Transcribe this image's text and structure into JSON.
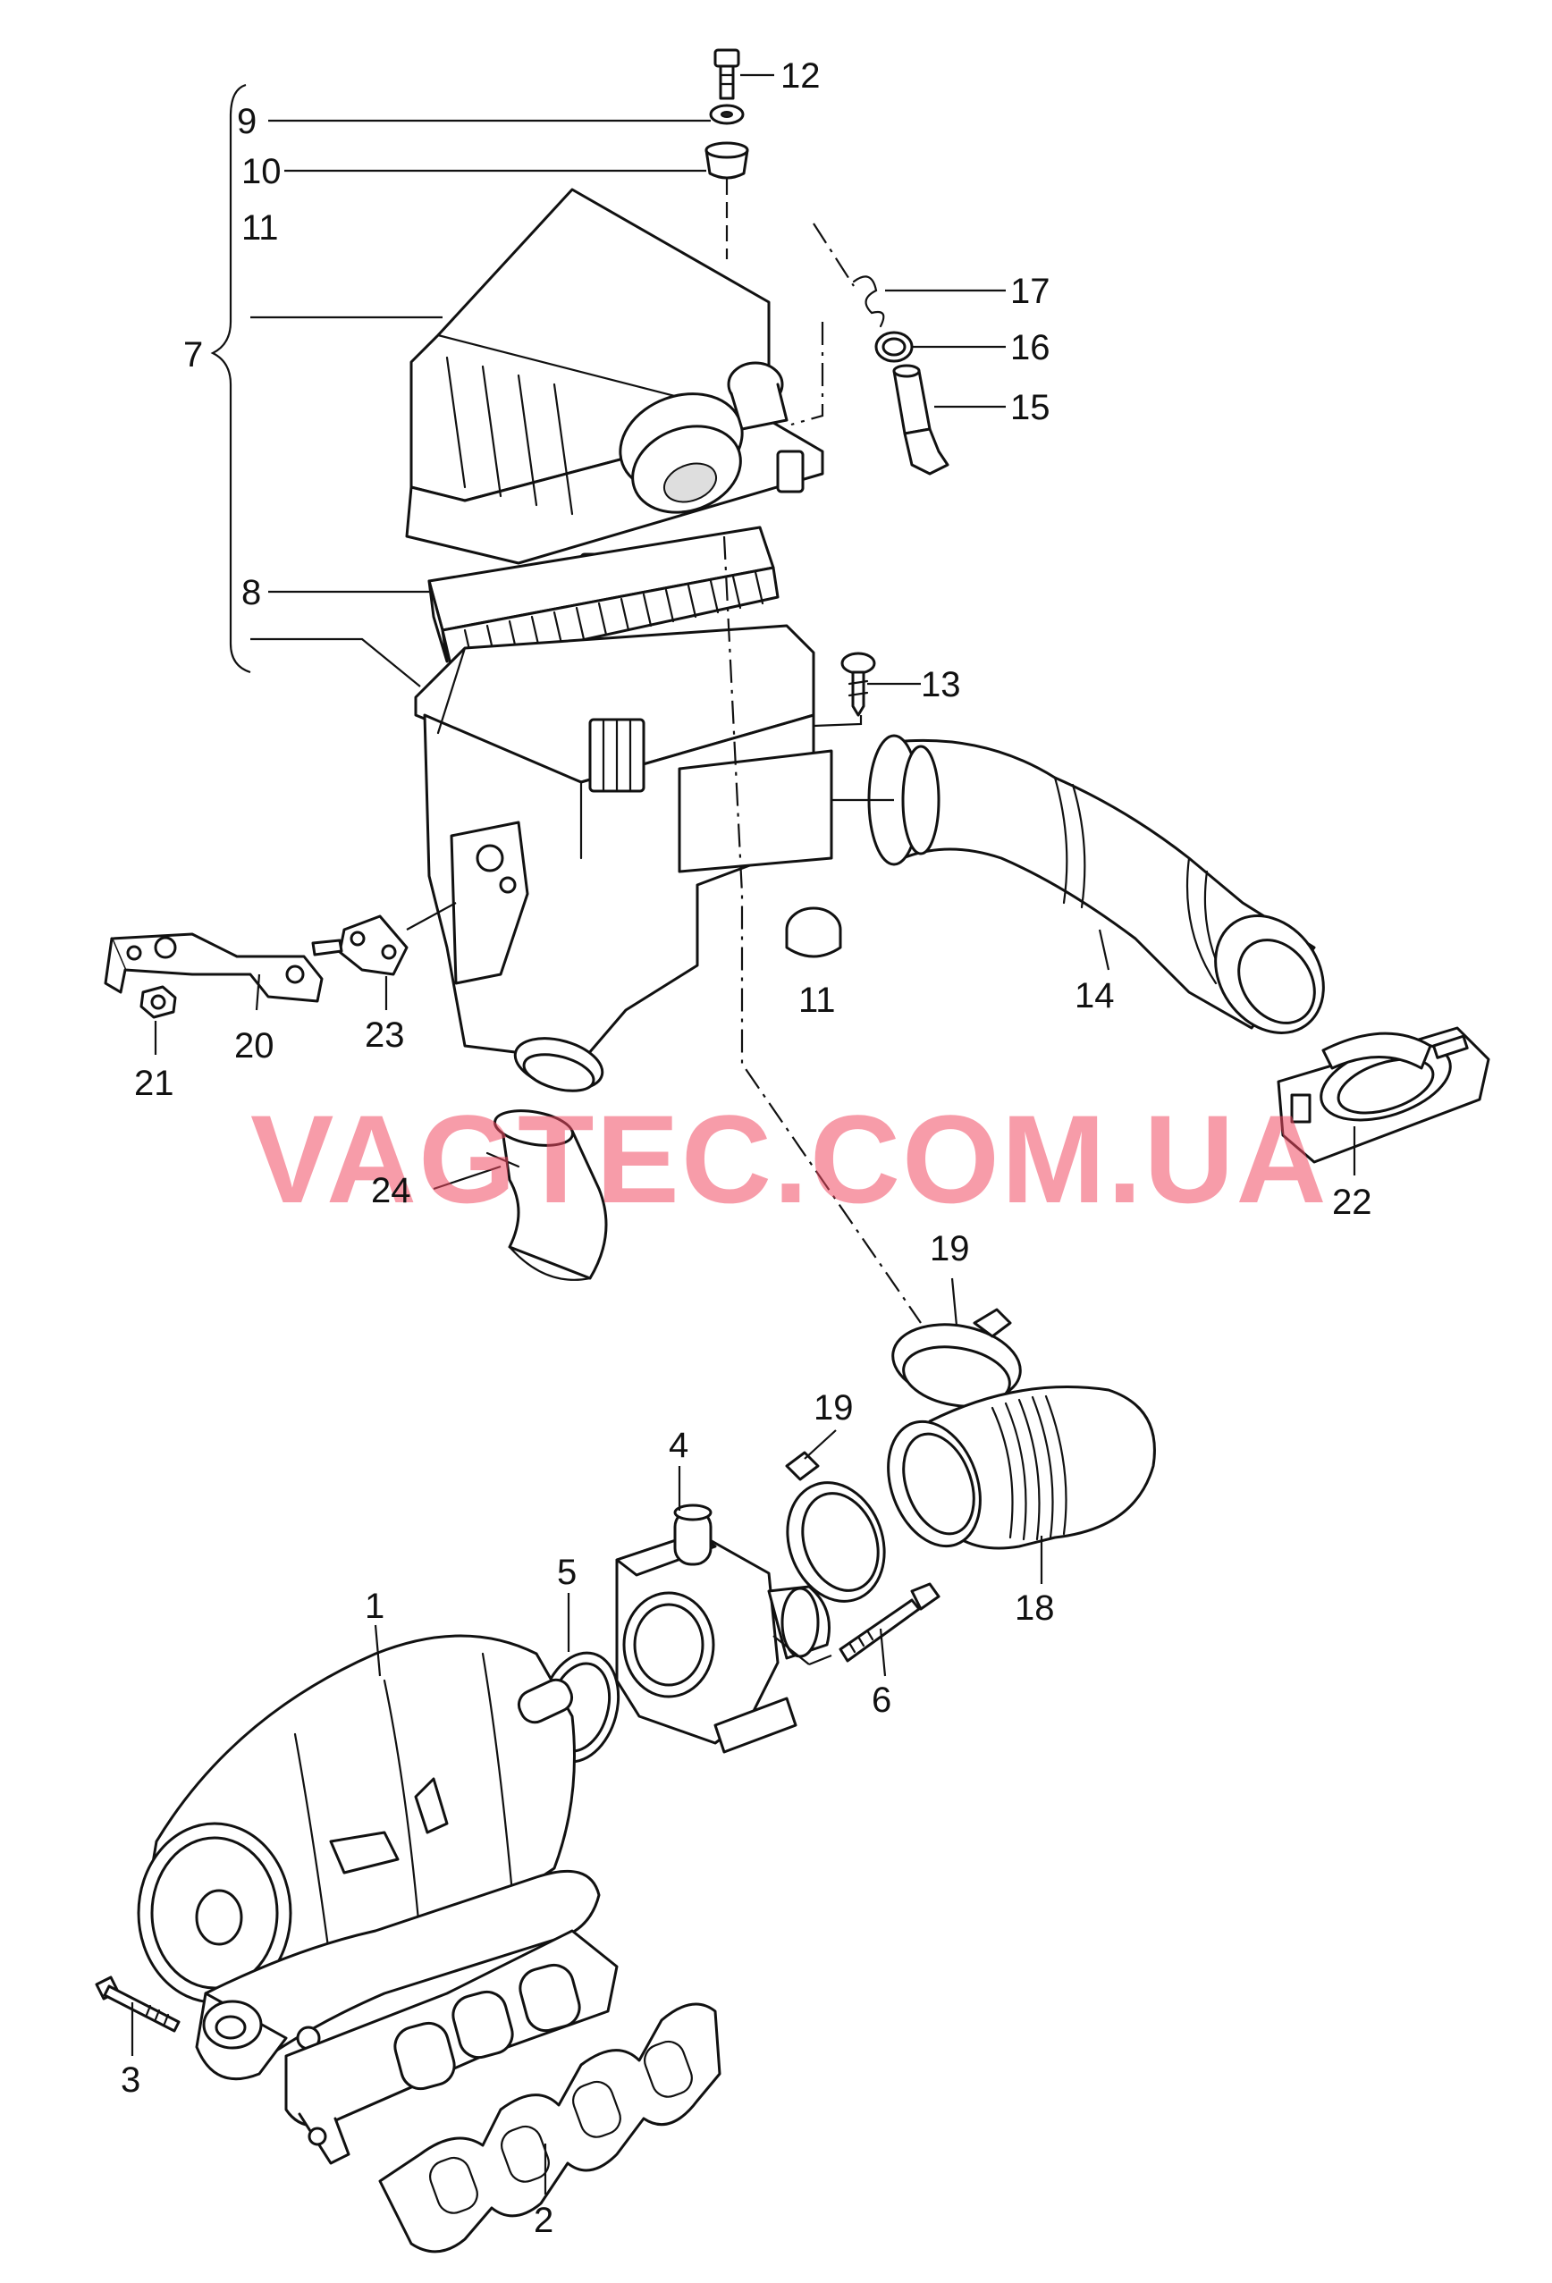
{
  "watermark": "VAGTEC.COM.UA",
  "callouts": [
    {
      "id": "c12",
      "text": "12"
    },
    {
      "id": "c9",
      "text": "9"
    },
    {
      "id": "c10",
      "text": "10"
    },
    {
      "id": "c11a",
      "text": "11"
    },
    {
      "id": "c7",
      "text": "7"
    },
    {
      "id": "c8",
      "text": "8"
    },
    {
      "id": "c17",
      "text": "17"
    },
    {
      "id": "c16",
      "text": "16"
    },
    {
      "id": "c15",
      "text": "15"
    },
    {
      "id": "c13",
      "text": "13"
    },
    {
      "id": "c11b",
      "text": "11"
    },
    {
      "id": "c14",
      "text": "14"
    },
    {
      "id": "c20",
      "text": "20"
    },
    {
      "id": "c21",
      "text": "21"
    },
    {
      "id": "c23",
      "text": "23"
    },
    {
      "id": "c24",
      "text": "24"
    },
    {
      "id": "c22",
      "text": "22"
    },
    {
      "id": "c19a",
      "text": "19"
    },
    {
      "id": "c19b",
      "text": "19"
    },
    {
      "id": "c4",
      "text": "4"
    },
    {
      "id": "c5",
      "text": "5"
    },
    {
      "id": "c1",
      "text": "1"
    },
    {
      "id": "c18",
      "text": "18"
    },
    {
      "id": "c6",
      "text": "6"
    },
    {
      "id": "c3",
      "text": "3"
    },
    {
      "id": "c2",
      "text": "2"
    }
  ]
}
